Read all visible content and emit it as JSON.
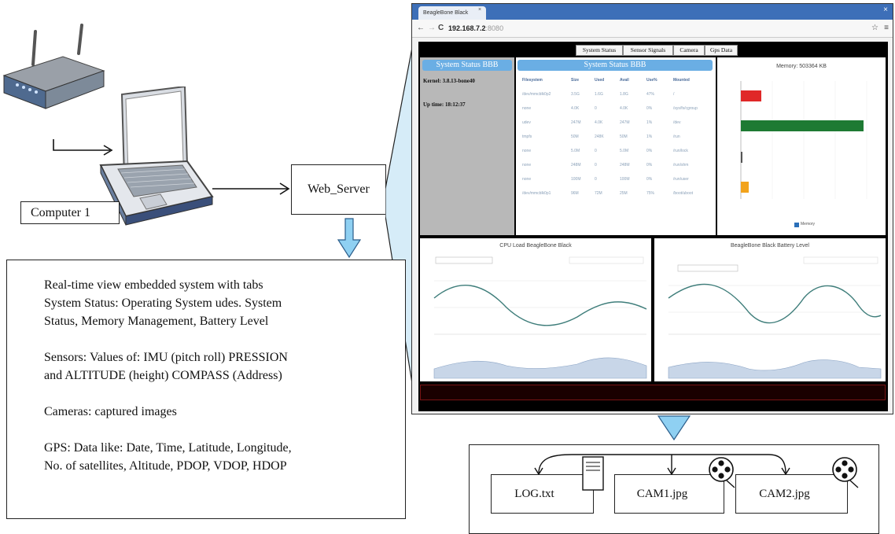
{
  "computer_label": "Computer 1",
  "web_server_label": "Web_Server",
  "description_lines": [
    "Real-time view embedded system with tabs",
    "System Status: Operating System udes. System",
    "Status, Memory Management, Battery Level",
    "",
    "Sensors: Values of: IMU (pitch roll) PRESSION",
    "and ALTITUDE (height) COMPASS (Address)",
    "",
    "Cameras: captured images",
    "",
    "GPS: Data like: Date, Time, Latitude, Longitude,",
    "No. of satellites, Altitude, PDOP, VDOP, HDOP"
  ],
  "browser": {
    "tab_title": "BeagleBone Black",
    "url": "192.168.7.2",
    "url_port": ":8080",
    "app_tabs": [
      "System Status",
      "Sensor Signals",
      "Camera",
      "Gps Data"
    ],
    "left_panel": {
      "header": "System Status BBB",
      "kernel": "Kernel: 3.8.13-bone40",
      "uptime": "Up time: 18:12:37"
    },
    "mid_panel": {
      "header": "System Status BBB",
      "columns": [
        "Filesystem",
        "Size",
        "Used",
        "Avail",
        "Use%",
        "Mounted"
      ],
      "rows": [
        [
          "/dev/mmcblk0p2",
          "3.5G",
          "1.6G",
          "1.8G",
          "47%",
          "/"
        ],
        [
          "none",
          "4.0K",
          "0",
          "4.0K",
          "0%",
          "/sys/fs/cgroup"
        ],
        [
          "udev",
          "247M",
          "4.0K",
          "247M",
          "1%",
          "/dev"
        ],
        [
          "tmpfs",
          "50M",
          "248K",
          "50M",
          "1%",
          "/run"
        ],
        [
          "none",
          "5.0M",
          "0",
          "5.0M",
          "0%",
          "/run/lock"
        ],
        [
          "none",
          "248M",
          "0",
          "248M",
          "0%",
          "/run/shm"
        ],
        [
          "none",
          "100M",
          "0",
          "100M",
          "0%",
          "/run/user"
        ],
        [
          "/dev/mmcblk0p1",
          "96M",
          "72M",
          "25M",
          "75%",
          "/boot/uboot"
        ]
      ]
    },
    "memory_chart": {
      "title": "Memory: 503364 KB",
      "legend": "Memory"
    },
    "cpu_chart": {
      "title": "CPU Load BeagleBone Black"
    },
    "battery_chart": {
      "title": "BeagleBone Black Battery Level"
    }
  },
  "files": [
    "LOG.txt",
    "CAM1.jpg",
    "CAM2.jpg"
  ],
  "colors": {
    "accent_blue": "#6aaee4",
    "arrow_fill": "#8fd0f2",
    "bar_red": "#e02828",
    "bar_green": "#1e7a33",
    "bar_orange": "#f2a31c"
  }
}
